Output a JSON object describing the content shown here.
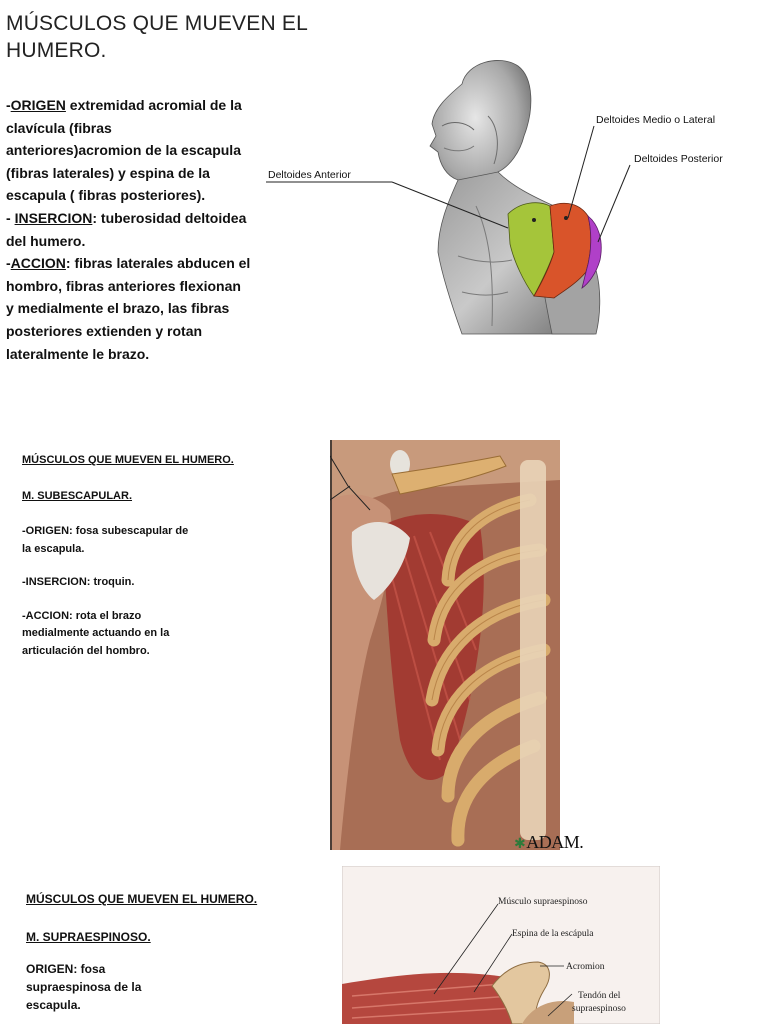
{
  "section1": {
    "title": "MÚSCULOS QUE MUEVEN EL HUMERO.",
    "origen_kw": "ORIGEN",
    "origen_text": " extremidad acromial de la clavícula (fibras anteriores)acromion de la escapula (fibras laterales) y espina de la escapula ( fibras posteriores).",
    "insercion_kw": "INSERCION",
    "insercion_text": ": tuberosidad deltoidea del humero.",
    "accion_kw": "ACCION",
    "accion_text": ": fibras laterales abducen el hombro, fibras anteriores flexionan y medialmente el brazo, las fibras posteriores extienden y rotan lateralmente le brazo.",
    "figure_labels": {
      "anterior": "Deltoides Anterior",
      "medio": "Deltoides Medio o Lateral",
      "posterior": "Deltoides Posterior"
    },
    "colors": {
      "anterior": "#a5c53a",
      "medio": "#d9542a",
      "posterior": "#b040c8"
    }
  },
  "section2": {
    "heading": "MÚSCULOS QUE MUEVEN EL HUMERO.",
    "muscle": "M. SUBESCAPULAR.",
    "origen": "-ORIGEN: fosa subescapular de la escapula.",
    "insercion": "-INSERCION: troquin.",
    "accion": "-ACCION: rota el brazo medialmente actuando en la articulación del hombro.",
    "logo_text": "ADAM."
  },
  "section3": {
    "heading": "MÚSCULOS QUE MUEVEN EL HUMERO.",
    "muscle": "M. SUPRAESPINOSO.",
    "origen": "ORIGEN: fosa supraespinosa de la escapula.",
    "figure_labels": {
      "supraespinoso": "Músculo supraespinoso",
      "espina": "Espina de la escápula",
      "acromion": "Acromion",
      "tendon_1": "Tendón del",
      "tendon_2": "supraespinoso"
    }
  }
}
